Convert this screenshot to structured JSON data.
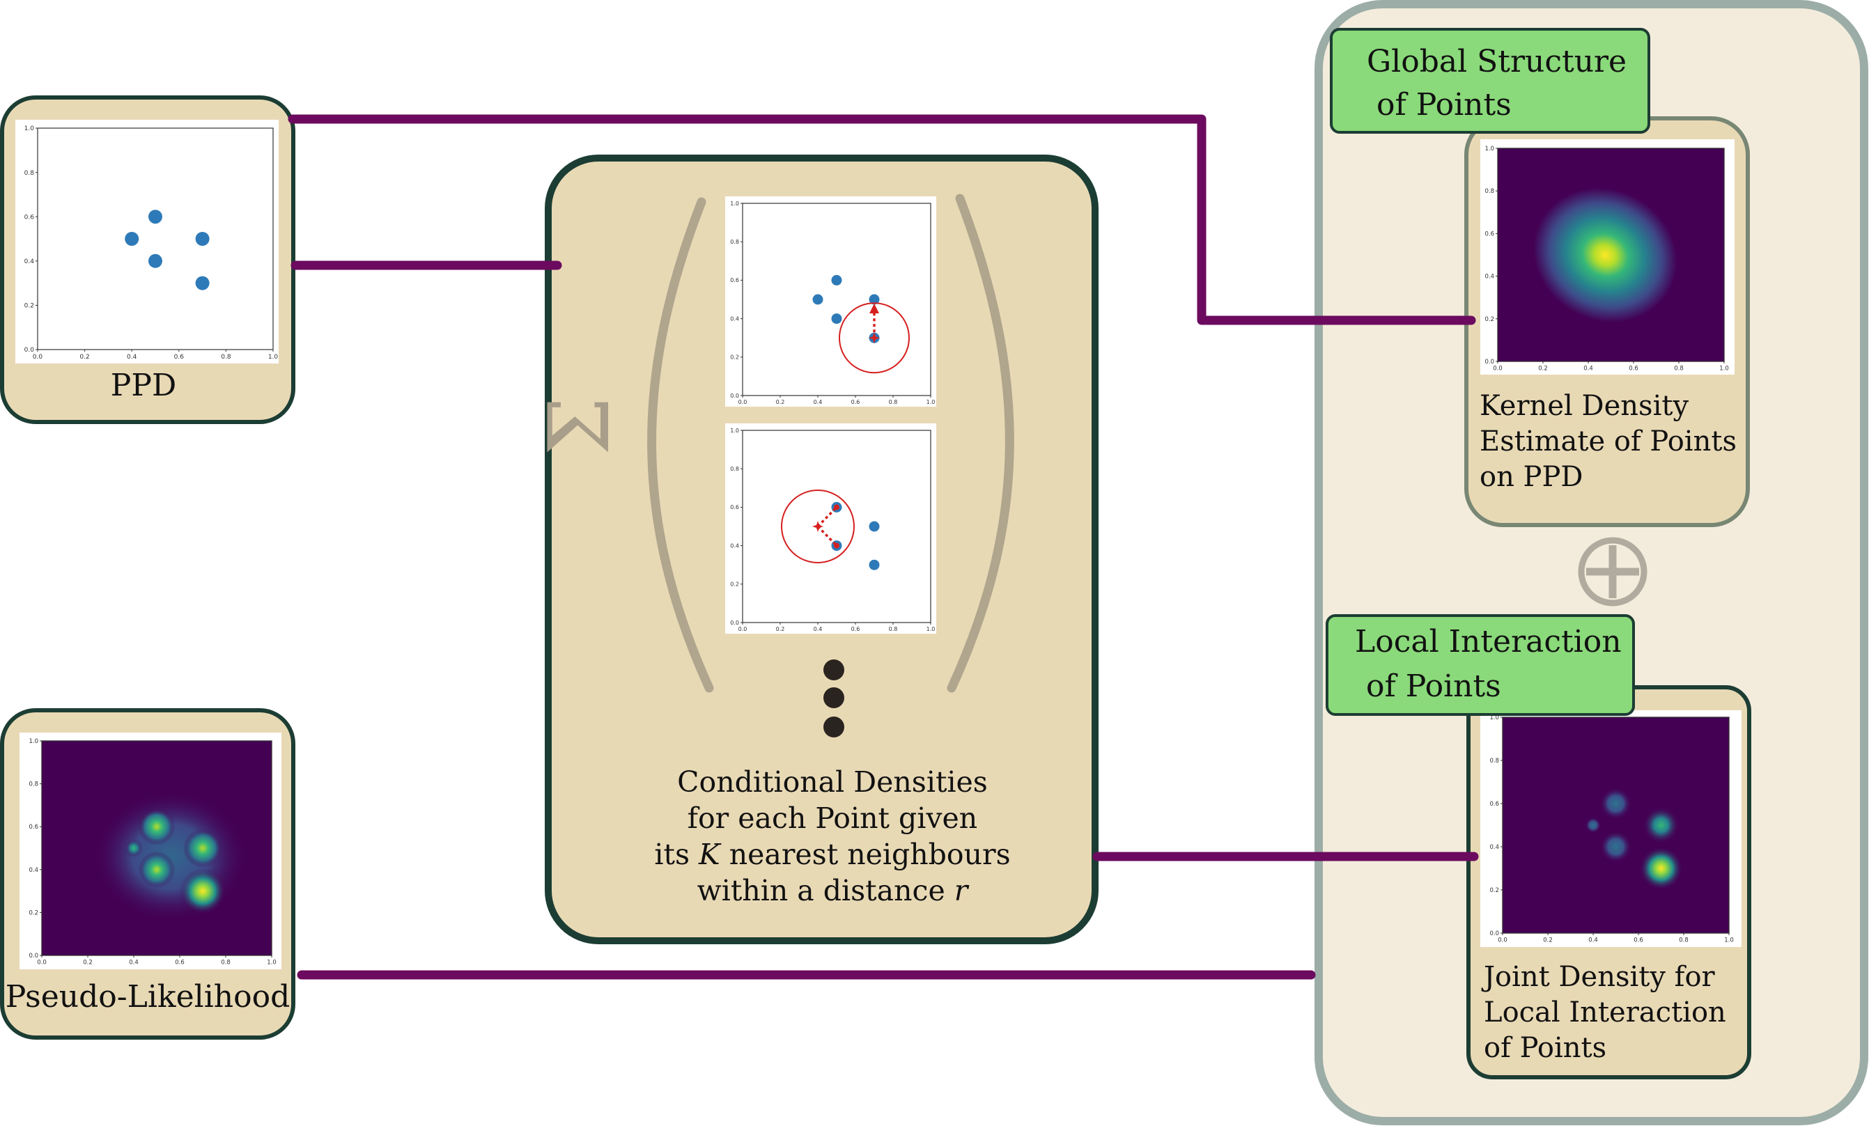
{
  "ppd": {
    "label": "PPD"
  },
  "pseudo": {
    "label": "Pseudo-Likelihood"
  },
  "conditional": {
    "line1": "Conditional Densities",
    "line2": "for each Point given",
    "line3_pre": "its ",
    "line3_k": "K",
    "line3_post": " nearest neighbours",
    "line4_pre": "within a distance ",
    "line4_r": "r",
    "sum_symbol": "Σ"
  },
  "global": {
    "tag_line1": "Global Structure",
    "tag_line2": "of Points",
    "caption1": "Kernel Density",
    "caption2": "Estimate of Points",
    "caption3": "on PPD"
  },
  "local": {
    "tag_line1": "Local Interaction",
    "tag_line2": "of Points",
    "caption1": "Joint Density for",
    "caption2": "Local Interaction",
    "caption3": "of Points"
  },
  "plus_symbol": "⊕",
  "ticks": {
    "y": [
      "1.0",
      "0.8",
      "0.6",
      "0.4",
      "0.2",
      "0.0"
    ],
    "x": [
      "0.0",
      "0.2",
      "0.4",
      "0.6",
      "0.8",
      "1.0"
    ]
  },
  "points": [
    {
      "x": 0.4,
      "y": 0.5
    },
    {
      "x": 0.5,
      "y": 0.6
    },
    {
      "x": 0.5,
      "y": 0.4
    },
    {
      "x": 0.7,
      "y": 0.5
    },
    {
      "x": 0.7,
      "y": 0.3
    }
  ],
  "colors": {
    "arrow": "#6b0a5e",
    "panel_fill": "#e8d9b5",
    "panel_border": "#1c3d33",
    "outer_fill": "#f3ecdc",
    "outer_border": "#9cada7",
    "tag_fill": "#8ad97a",
    "point": "#2e7ab8",
    "circle": "#d62020",
    "viridis_low": "#440154",
    "viridis_high": "#fde725"
  }
}
